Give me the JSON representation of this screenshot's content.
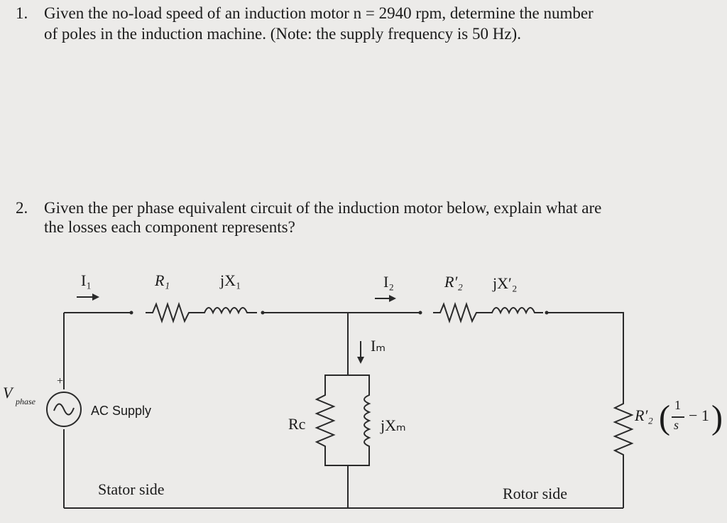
{
  "question1": {
    "number": "1.",
    "line1": "Given the no-load speed of an induction motor n = 2940 rpm, determine the number",
    "line2": "of poles in the induction machine. (Note: the supply frequency is 50 Hz)."
  },
  "question2": {
    "number": "2.",
    "line1": "Given the per phase equivalent circuit of the induction motor below, explain what are",
    "line2": "the losses each component represents?"
  },
  "circuit": {
    "labels": {
      "I1": "I₁",
      "R1": "R₁",
      "jX1": "jX₁",
      "I2": "I₂",
      "R2p": "R′₂",
      "jX2p": "jX′₂",
      "IM": "Iₘ",
      "Rc": "Rc",
      "jXM": "jXₘ",
      "V": "V",
      "phase": "phase",
      "plus": "+",
      "ac_supply": "AC Supply",
      "stator_side": "Stator side",
      "rotor_side": "Rotor side",
      "load_R": "R′₂",
      "load_frac_num": "1",
      "load_frac_den": "s",
      "load_minus_one": "− 1"
    }
  }
}
